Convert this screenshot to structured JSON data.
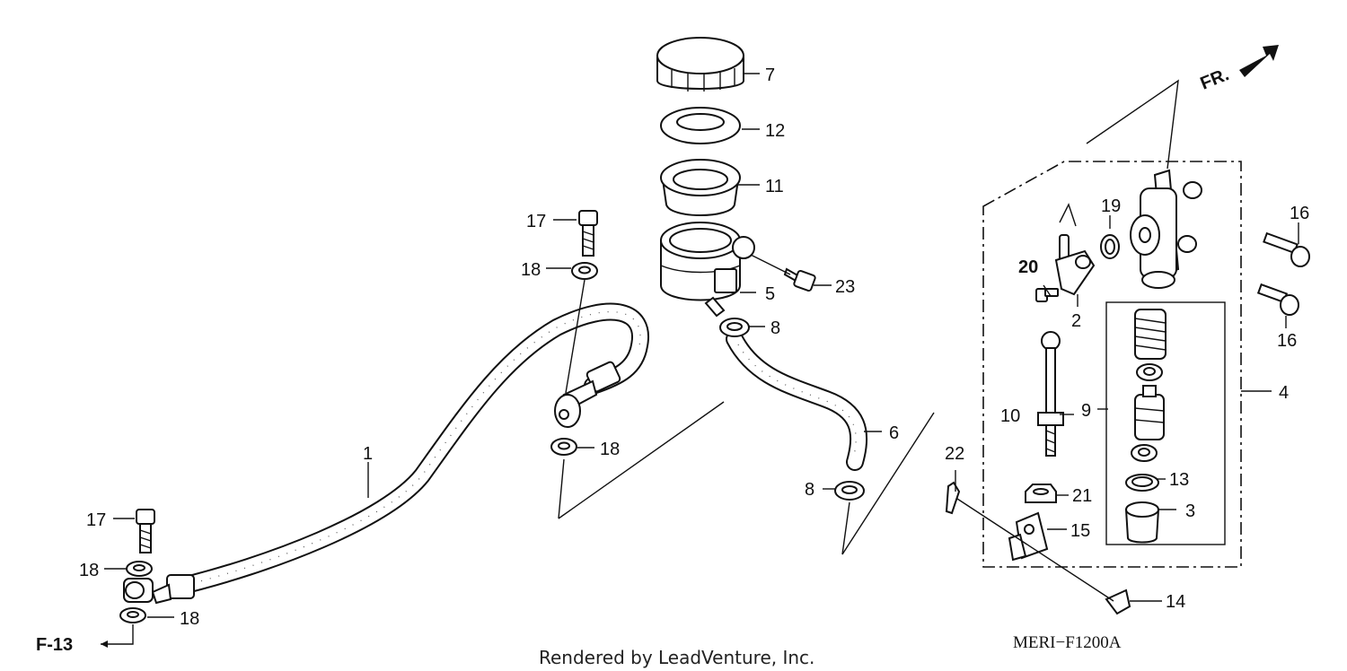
{
  "diagram": {
    "front_label": "FR.",
    "ref_label": "F-13",
    "diagram_code": "MERI−F1200A",
    "credit": "Rendered by LeadVenture, Inc.",
    "callouts": {
      "c1": "1",
      "c2": "2",
      "c3": "3",
      "c4": "4",
      "c5": "5",
      "c6": "6",
      "c7": "7",
      "c8a": "8",
      "c8b": "8",
      "c9": "9",
      "c10": "10",
      "c11": "11",
      "c12": "12",
      "c13": "13",
      "c14": "14",
      "c15": "15",
      "c16a": "16",
      "c16b": "16",
      "c17a": "17",
      "c17b": "17",
      "c18a": "18",
      "c18b": "18",
      "c18c": "18",
      "c18d": "18",
      "c19": "19",
      "c20": "20",
      "c21": "21",
      "c22": "22",
      "c23": "23"
    }
  }
}
